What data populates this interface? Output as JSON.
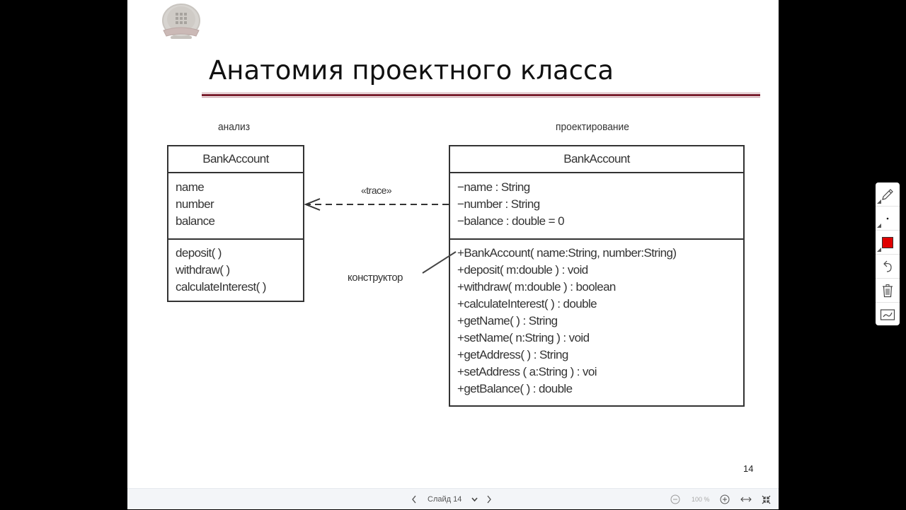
{
  "slide": {
    "title": "Анатомия проектного класса",
    "page_number": "14",
    "accent_color": "#7a1f2e",
    "logo_icon": "university-emblem-icon",
    "diagram": {
      "left_label": "анализ",
      "right_label": "проектирование",
      "analysis_class": {
        "name": "BankAccount",
        "attributes": [
          "name",
          "number",
          "balance"
        ],
        "operations": [
          "deposit( )",
          "withdraw( )",
          "calculateInterest( )"
        ]
      },
      "design_class": {
        "name": "BankAccount",
        "attributes": [
          "−name : String",
          "−number : String",
          "−balance : double = 0"
        ],
        "operations": [
          "+BankAccount( name:String, number:String)",
          "+deposit( m:double ) : void",
          "+withdraw( m:double ) : boolean",
          "+calculateInterest( ) : double",
          "+getName( ) : String",
          "+setName( n:String ) : void",
          "+getAddress( ) : String",
          "+setAddress ( a:String ) : voi",
          "+getBalance( ) : double"
        ]
      },
      "trace_label": "«trace»",
      "constructor_label": "конструктор"
    }
  },
  "bottombar": {
    "prev_icon": "chevron-left-icon",
    "slide_indicator": "Слайд 14",
    "dropdown_icon": "chevron-down-icon",
    "next_icon": "chevron-right-icon",
    "zoom_out_icon": "zoom-out-icon",
    "zoom_level": "100 %",
    "zoom_in_icon": "zoom-in-icon",
    "fit_width_icon": "fit-width-icon",
    "exit_fullscreen_icon": "exit-fullscreen-icon"
  },
  "toolpalette": {
    "tools": [
      {
        "name": "pen",
        "icon": "pencil-icon"
      },
      {
        "name": "pen-size",
        "icon": "dot-icon"
      },
      {
        "name": "pen-color",
        "icon": "color-swatch-icon",
        "color": "#e00000"
      },
      {
        "name": "undo",
        "icon": "undo-icon"
      },
      {
        "name": "clear",
        "icon": "trash-icon"
      },
      {
        "name": "hide-annotations",
        "icon": "annotation-icon"
      }
    ]
  }
}
